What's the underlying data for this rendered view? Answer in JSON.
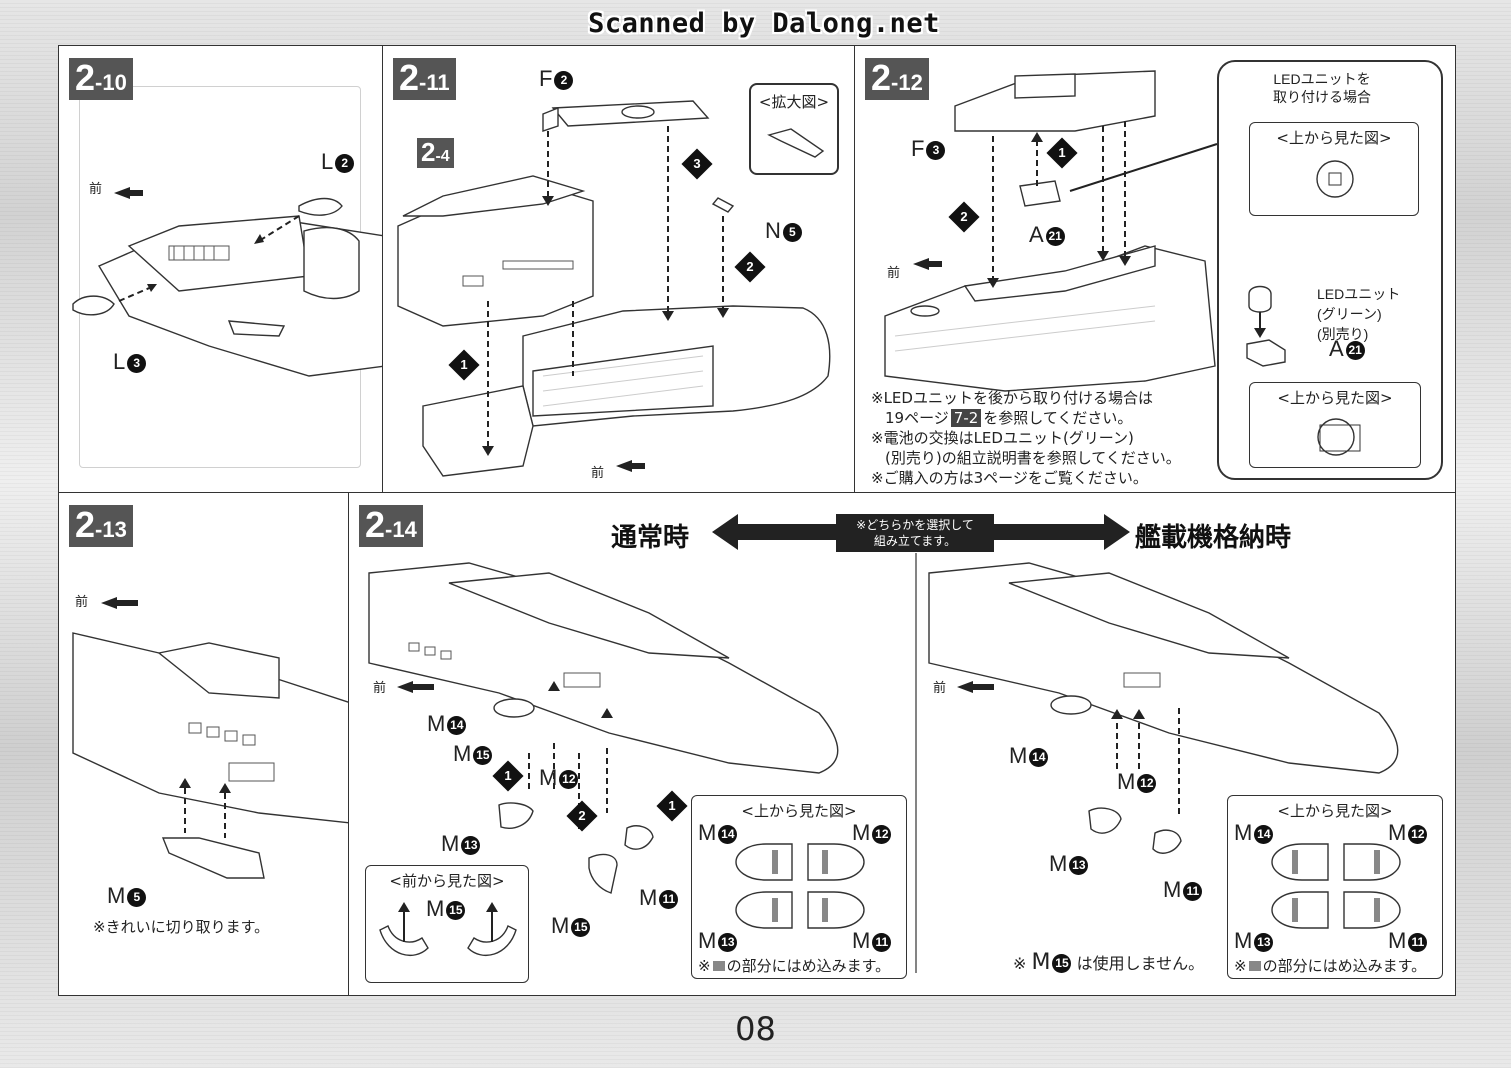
{
  "watermark": "Scanned by Dalong.net",
  "page_number": "08",
  "forward_label": "前",
  "steps": {
    "s210": {
      "major": "2",
      "minor": "-10",
      "parts": [
        {
          "letter": "L",
          "n": "2"
        },
        {
          "letter": "L",
          "n": "3"
        }
      ]
    },
    "s211": {
      "major": "2",
      "minor": "-11",
      "ref_major": "2",
      "ref_minor": "-4",
      "parts": [
        {
          "letter": "F",
          "n": "2"
        },
        {
          "letter": "N",
          "n": "5"
        }
      ],
      "zoom_title": "<拡大図>",
      "seq": [
        "1",
        "2",
        "3"
      ]
    },
    "s212": {
      "major": "2",
      "minor": "-12",
      "parts": [
        {
          "letter": "F",
          "n": "3"
        },
        {
          "letter": "A",
          "n": "21"
        },
        {
          "letter": "A",
          "n": "21"
        }
      ],
      "seq": [
        "1",
        "2"
      ],
      "led_callout": {
        "title": "LEDユニットを\n取り付ける場合",
        "top_view": "<上から見た図>",
        "led_unit": "LEDユニット",
        "green": "(グリーン)",
        "sold_sep": "(別売り)",
        "top_view_2": "<上から見た図>"
      },
      "notes": [
        "※LEDユニットを後から取り付ける場合は",
        "19ページ",
        "7-2",
        "を参照してください。",
        "※電池の交換はLEDユニット(グリーン)",
        "(別売り)の組立説明書を参照してください。",
        "※ご購入の方は3ページをご覧ください。"
      ]
    },
    "s213": {
      "major": "2",
      "minor": "-13",
      "parts": [
        {
          "letter": "M",
          "n": "5"
        }
      ],
      "note": "※きれいに切り取ります。"
    },
    "s214": {
      "major": "2",
      "minor": "-14",
      "mode_normal": "通常時",
      "mode_carrier": "艦載機格納時",
      "choose_note": "※どちらかを選択して\n組み立てます。",
      "normal_parts": [
        {
          "letter": "M",
          "n": "14"
        },
        {
          "letter": "M",
          "n": "15"
        },
        {
          "letter": "M",
          "n": "12"
        },
        {
          "letter": "M",
          "n": "13"
        },
        {
          "letter": "M",
          "n": "11"
        },
        {
          "letter": "M",
          "n": "15"
        }
      ],
      "front_view_title": "<前から見た図>",
      "front_view_part": {
        "letter": "M",
        "n": "15"
      },
      "top_view_title": "<上から見た図>",
      "top_view_parts": [
        {
          "letter": "M",
          "n": "14"
        },
        {
          "letter": "M",
          "n": "12"
        },
        {
          "letter": "M",
          "n": "13"
        },
        {
          "letter": "M",
          "n": "11"
        }
      ],
      "fit_note_pre": "※",
      "fit_note_post": "の部分にはめ込みます。",
      "carrier_parts": [
        {
          "letter": "M",
          "n": "14"
        },
        {
          "letter": "M",
          "n": "12"
        },
        {
          "letter": "M",
          "n": "13"
        },
        {
          "letter": "M",
          "n": "11"
        }
      ],
      "unused_pre": "※",
      "unused_part": {
        "letter": "M",
        "n": "15"
      },
      "unused_post": "は使用しません。",
      "seq": [
        "1",
        "2",
        "1"
      ]
    }
  }
}
